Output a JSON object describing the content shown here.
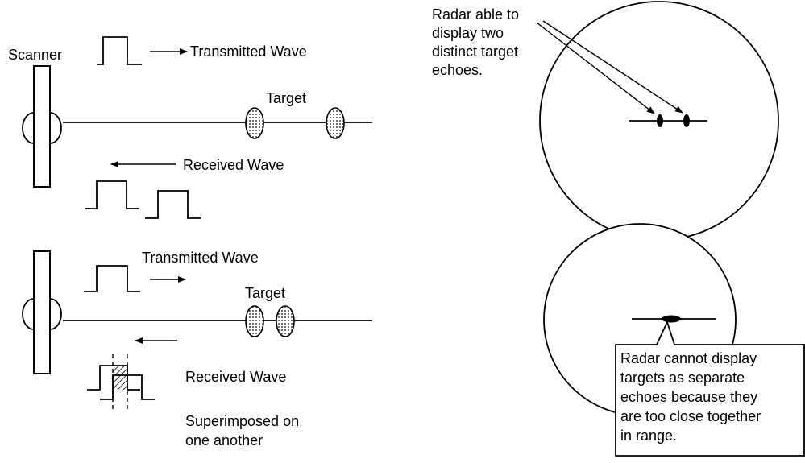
{
  "upper_panel": {
    "scanner_label": "Scanner",
    "transmitted_label": "Transmitted Wave",
    "target_label": "Target",
    "received_label": "Received Wave"
  },
  "lower_panel": {
    "transmitted_label": "Transmitted Wave",
    "target_label": "Target",
    "received_label": "Received Wave",
    "superimposed_lines": [
      "Superimposed on",
      "one another"
    ]
  },
  "display_top": {
    "callout_lines": [
      "Radar able to",
      "display two",
      "distinct target",
      "echoes."
    ]
  },
  "display_bottom": {
    "callout_lines": [
      "Radar cannot display",
      "targets as separate",
      "echoes because they",
      "are too close together",
      "in range."
    ]
  }
}
